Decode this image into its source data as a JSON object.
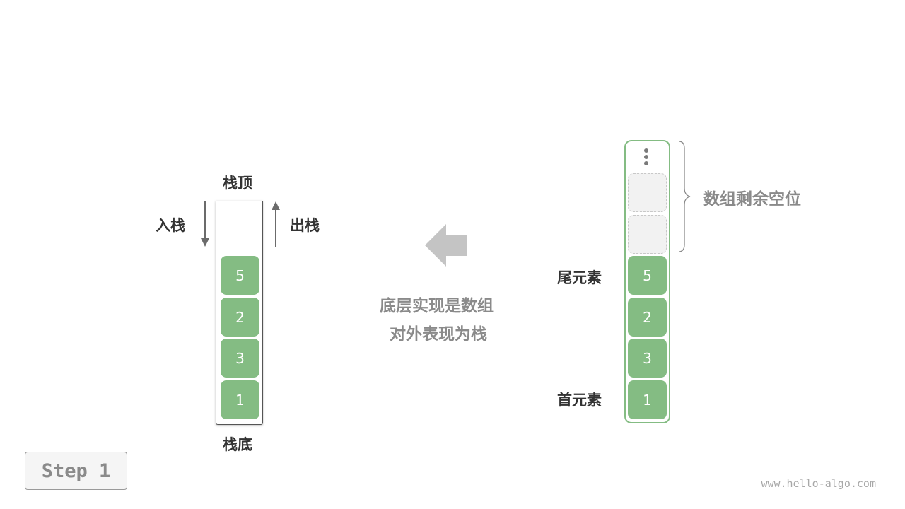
{
  "stack": {
    "top_label": "栈顶",
    "bottom_label": "栈底",
    "push_label": "入栈",
    "pop_label": "出栈",
    "items": [
      "5",
      "2",
      "3",
      "1"
    ]
  },
  "middle": {
    "line1": "底层实现是数组",
    "line2": "对外表现为栈"
  },
  "array": {
    "remaining_label": "数组剩余空位",
    "tail_label": "尾元素",
    "head_label": "首元素",
    "items": [
      "5",
      "2",
      "3",
      "1"
    ],
    "empty_slots": 2
  },
  "step": {
    "label": "Step 1"
  },
  "watermark": "www.hello-algo.com",
  "colors": {
    "cell": "#84bc83",
    "array_border": "#84bc83",
    "arrow": "#c4c4c4",
    "text_dark": "#333333",
    "text_gray": "#8a8a8a"
  }
}
